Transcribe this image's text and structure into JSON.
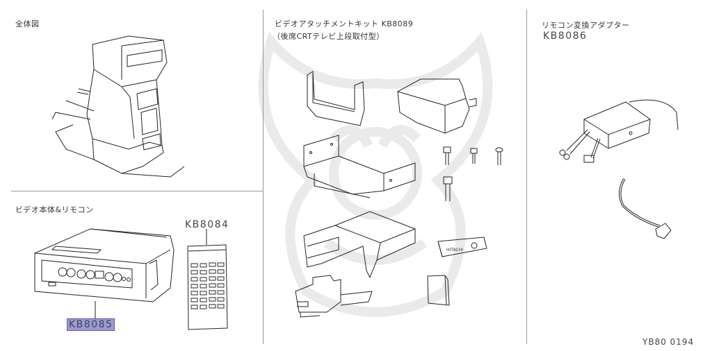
{
  "diagram": {
    "watermark": "samurai-helmet-watermark",
    "document_code": "YB80 0194",
    "sections": {
      "overall": {
        "title": "全体図"
      },
      "video_unit": {
        "title": "ビデオ本体&リモコン",
        "parts": [
          {
            "part_no": "KB8085",
            "description": "video deck main unit",
            "highlighted": true
          },
          {
            "part_no": "KB8084",
            "description": "remote control"
          }
        ]
      },
      "attachment_kit": {
        "title_line1": "ビデオアタッチメントキット KB8089",
        "title_line2": "（後席CRTテレビ上段取付型）",
        "part_no": "KB8089",
        "parts": [
          "cover-left",
          "cover-right",
          "bracket-tray",
          "bolt-1",
          "bolt-2",
          "screw",
          "bolt-long",
          "housing-bracket",
          "mount-bracket",
          "hitachi-badge",
          "manual-booklet"
        ],
        "badge_text": "HITACHI"
      },
      "remote_adapter": {
        "title_line1": "リモコン変換アダプター",
        "part_no": "KB8086",
        "parts": [
          "adapter-box",
          "sensor-cable"
        ]
      }
    },
    "colors": {
      "background": "#ffffff",
      "line": "#999999",
      "text": "#333333",
      "highlight": "#9a9ad8"
    }
  }
}
